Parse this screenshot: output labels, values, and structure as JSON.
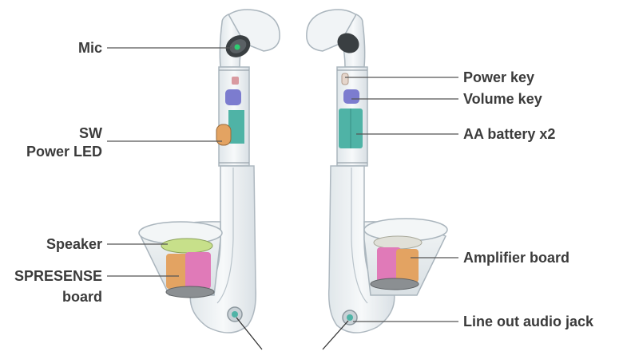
{
  "labels_left": {
    "mic": "Mic",
    "sw": "SW",
    "power_led": "Power LED",
    "speaker": "Speaker",
    "spresense": "SPRESENSE",
    "board": "board"
  },
  "labels_right": {
    "power_key": "Power key",
    "volume_key": "Volume key",
    "aa_battery": "AA battery x2",
    "amplifier_board": "Amplifier board",
    "line_out": "Line out audio jack"
  },
  "colors": {
    "body_outline": "#a9b4bd",
    "body_fill": "#eef2f4",
    "mic": "#3a3f42",
    "mic_led": "#2ecc71",
    "battery": "#4fb3a6",
    "key_blue": "#7c7ccf",
    "pink": "#e07ab8",
    "orange": "#e3a362",
    "yellow_green": "#c7e08a",
    "leader_line": "#555555",
    "label_text": "#3b3b3b"
  }
}
